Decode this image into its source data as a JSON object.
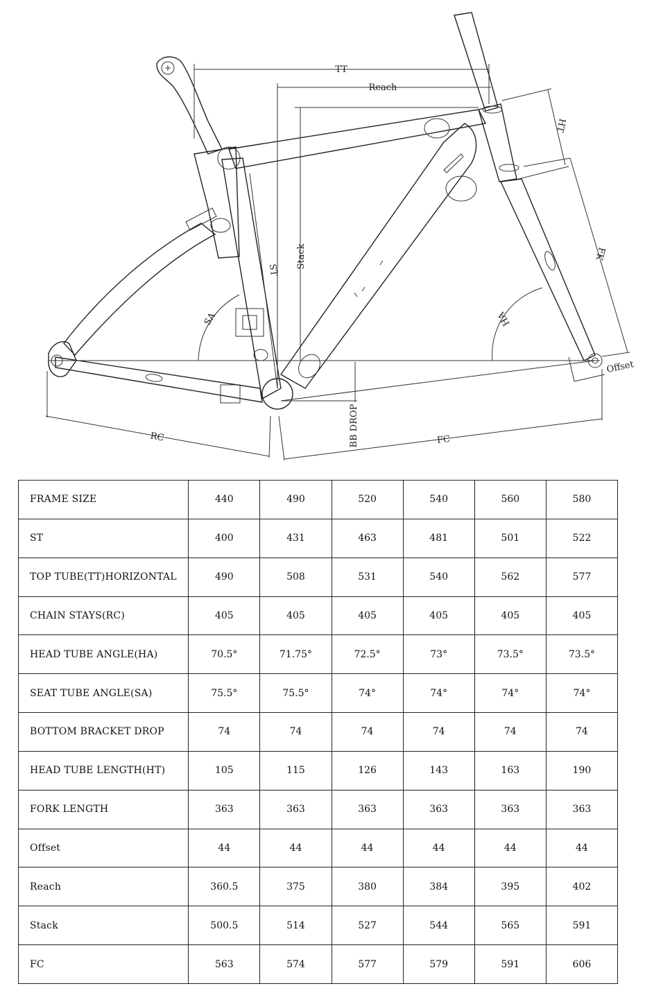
{
  "diagram": {
    "labels": {
      "tt": "TT",
      "reach": "Reach",
      "ht": "HT",
      "stack": "Stack",
      "st": "ST",
      "fk": "FK",
      "sa": "SA",
      "ha": "HA",
      "offset": "Offset",
      "rc": "RC",
      "fc": "FC",
      "bb_drop": "BB DROP"
    }
  },
  "table": {
    "rows": [
      {
        "label": "FRAME SIZE",
        "values": [
          "440",
          "490",
          "520",
          "540",
          "560",
          "580"
        ]
      },
      {
        "label": "ST",
        "values": [
          "400",
          "431",
          "463",
          "481",
          "501",
          "522"
        ]
      },
      {
        "label": "TOP TUBE(TT)HORIZONTAL",
        "values": [
          "490",
          "508",
          "531",
          "540",
          "562",
          "577"
        ]
      },
      {
        "label": "CHAIN STAYS(RC)",
        "values": [
          "405",
          "405",
          "405",
          "405",
          "405",
          "405"
        ]
      },
      {
        "label": "HEAD TUBE ANGLE(HA)",
        "values": [
          "70.5°",
          "71.75°",
          "72.5°",
          "73°",
          "73.5°",
          "73.5°"
        ]
      },
      {
        "label": "SEAT TUBE ANGLE(SA)",
        "values": [
          "75.5°",
          "75.5°",
          "74°",
          "74°",
          "74°",
          "74°"
        ]
      },
      {
        "label": "BOTTOM BRACKET DROP",
        "values": [
          "74",
          "74",
          "74",
          "74",
          "74",
          "74"
        ]
      },
      {
        "label": "HEAD TUBE LENGTH(HT)",
        "values": [
          "105",
          "115",
          "126",
          "143",
          "163",
          "190"
        ]
      },
      {
        "label": "FORK LENGTH",
        "values": [
          "363",
          "363",
          "363",
          "363",
          "363",
          "363"
        ]
      },
      {
        "label": "Offset",
        "values": [
          "44",
          "44",
          "44",
          "44",
          "44",
          "44"
        ]
      },
      {
        "label": "Reach",
        "values": [
          "360.5",
          "375",
          "380",
          "384",
          "395",
          "402"
        ]
      },
      {
        "label": "Stack",
        "values": [
          "500.5",
          "514",
          "527",
          "544",
          "565",
          "591"
        ]
      },
      {
        "label": "FC",
        "values": [
          "563",
          "574",
          "577",
          "579",
          "591",
          "606"
        ]
      }
    ]
  }
}
